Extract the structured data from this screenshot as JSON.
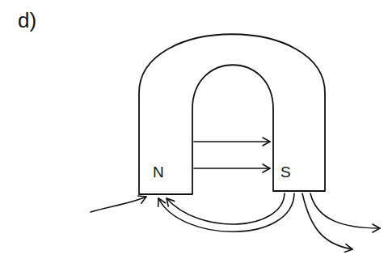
{
  "diagram": {
    "labels": [
      "d)",
      "N",
      "S"
    ]
  }
}
